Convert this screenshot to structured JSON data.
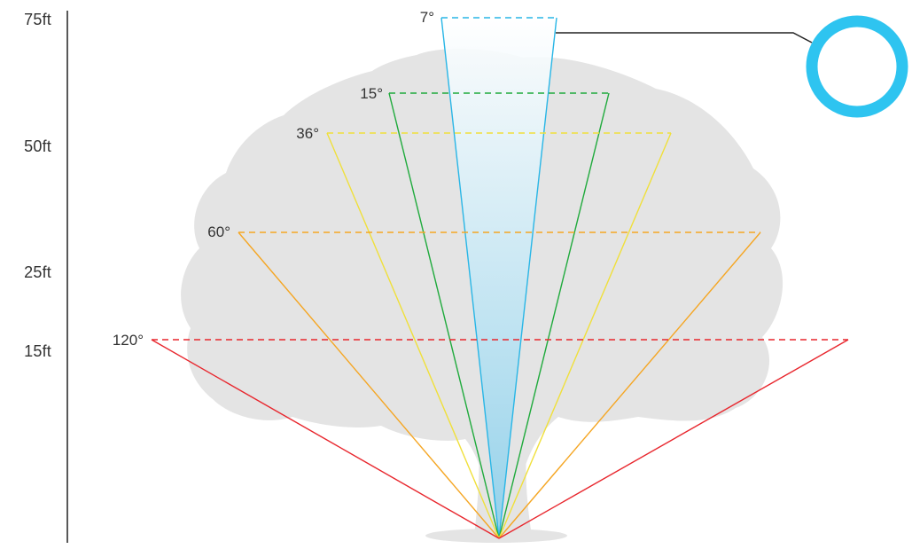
{
  "height_scale": {
    "labels": [
      "75ft",
      "50ft",
      "25ft",
      "15ft"
    ]
  },
  "beams": [
    {
      "angle_label": "7°",
      "color": "#29b6e6",
      "fill": true
    },
    {
      "angle_label": "15°",
      "color": "#1faa3c"
    },
    {
      "angle_label": "36°",
      "color": "#f0e03a"
    },
    {
      "angle_label": "60°",
      "color": "#f5a623"
    },
    {
      "angle_label": "120°",
      "color": "#e8262d"
    }
  ],
  "colors": {
    "tree": "#e4e4e4",
    "axis": "#222222",
    "ring": "#2ec4f0",
    "text": "#333333"
  },
  "icons": {
    "ring": "ring-icon",
    "tree": "tree-silhouette"
  }
}
